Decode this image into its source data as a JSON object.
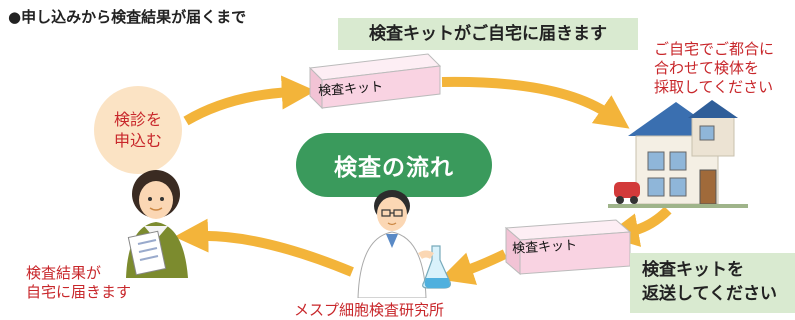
{
  "heading": "●申し込みから検査結果が届くまで",
  "banners": {
    "kit_arrives": "検査キットがご自宅に届きます",
    "return_kit_line1": "検査キットを",
    "return_kit_line2": "返送してください"
  },
  "request": {
    "line1": "検診を",
    "line2": "申込む"
  },
  "collect": {
    "line1": "ご自宅でご都合に",
    "line2": "合わせて検体を",
    "line3": "採取してください"
  },
  "result": {
    "line1": "検査結果が",
    "line2": "自宅に届きます"
  },
  "flow_title": "検査の流れ",
  "lab_name": "メスプ細胞検査研究所",
  "kit_box_top": "検査キット",
  "kit_box_bottom": "検査キット",
  "colors": {
    "arrow": "#f3b43a",
    "green_banner": "#d9ead0",
    "flow_oval": "#3a9a5c",
    "red_text": "#c8272b",
    "kit_box": "#f9d3e2"
  }
}
